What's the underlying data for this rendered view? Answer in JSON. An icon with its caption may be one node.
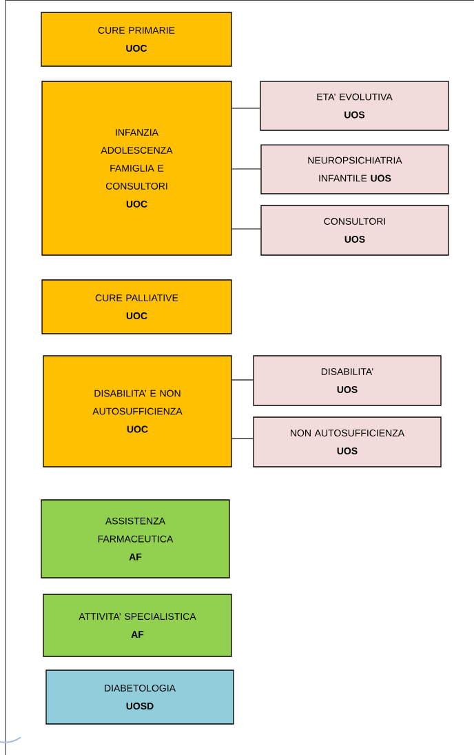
{
  "diagram": {
    "nodes": [
      {
        "text": [
          "CURE PRIMARIE",
          "UOC"
        ]
      },
      {
        "text": [
          "INFANZIA ADOLESCENZA FAMIGLIA E CONSULTORI",
          "UOC"
        ]
      },
      {
        "text": [
          "ETA’ EVOLUTIVA",
          "UOS"
        ]
      },
      {
        "text": [
          "NEUROPSICHIATRIA INFANTILE **UOS**"
        ]
      },
      {
        "text": [
          "CONSULTORI",
          "UOS"
        ]
      },
      {
        "text": [
          "CURE PALLIATIVE",
          "UOC"
        ]
      },
      {
        "text": [
          "DISABILITA’ E NON AUTOSUFFICIENZA",
          "UOC"
        ]
      },
      {
        "text": [
          "DISABILITA’",
          "UOS"
        ]
      },
      {
        "text": [
          "NON AUTOSUFFICIENZA",
          "UOS"
        ]
      },
      {
        "text": [
          "ASSISTENZA FARMACEUTICA",
          "AF"
        ]
      },
      {
        "text": [
          "ATTIVITA’ SPECIALISTICA",
          "AF"
        ]
      },
      {
        "text": [
          "DIABETOLOGIA",
          "UOSD"
        ]
      }
    ],
    "edges": [
      {
        "from": 1,
        "to": 2,
        "arrow": "none"
      },
      {
        "from": 1,
        "to": 3,
        "arrow": "none"
      },
      {
        "from": 1,
        "to": 4,
        "arrow": "none"
      },
      {
        "from": 6,
        "to": 7,
        "arrow": "none"
      },
      {
        "from": 6,
        "to": 8,
        "arrow": "none"
      }
    ]
  }
}
